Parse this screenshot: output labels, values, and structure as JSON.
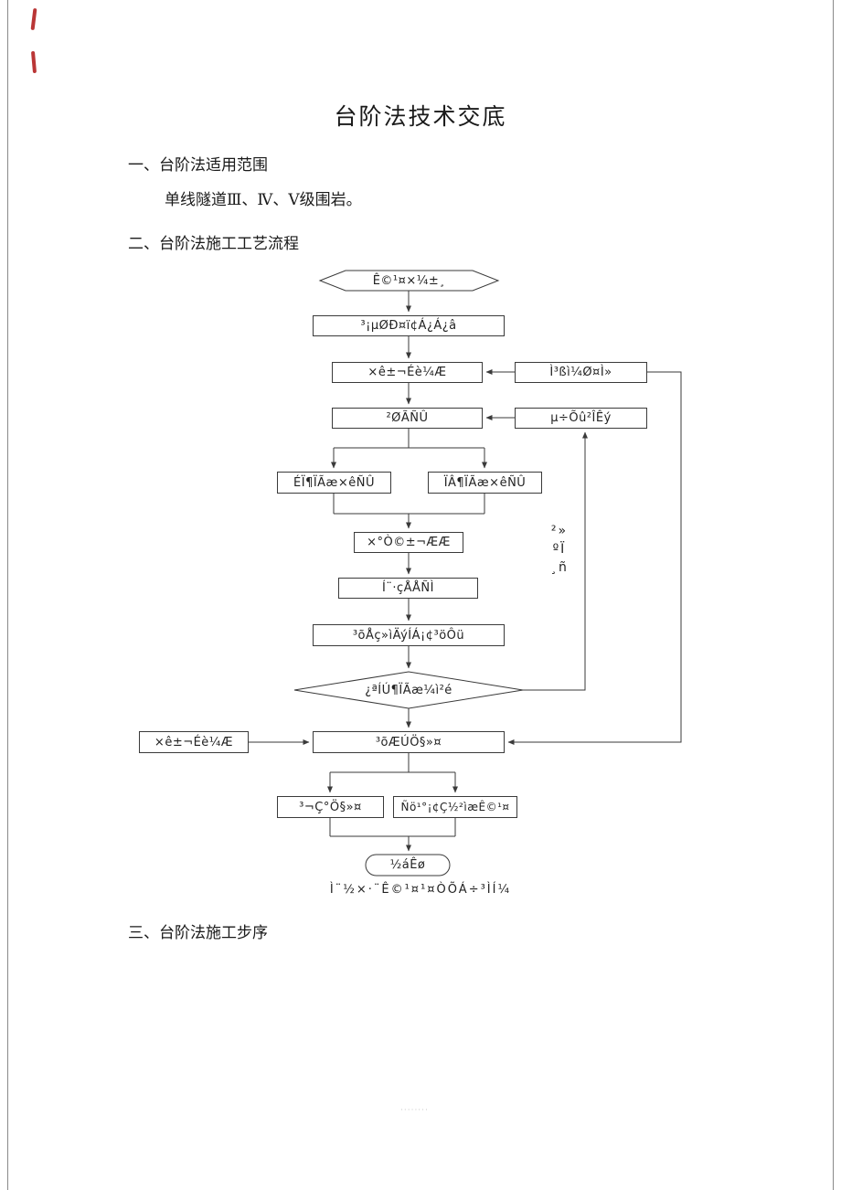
{
  "colors": {
    "line": "#3a3a3a",
    "edge_mark": "#b22020"
  },
  "page": {
    "title": "台阶法技术交底",
    "section1": {
      "heading": "一、台阶法适用范围",
      "body": "单线隧道Ⅲ、Ⅳ、Ⅴ级围岩。"
    },
    "section2": {
      "heading": "二、台阶法施工工艺流程"
    },
    "section3": {
      "heading": "三、台阶法施工步序"
    },
    "watermark": "········"
  },
  "flowchart": {
    "caption": "Ì¨½×·¨Ê©¹¤¹¤ÒÕÁ÷³ÌÍ¼",
    "nodes": {
      "start": "Ê©¹¤×¼±¸",
      "site_survey": "³¡µØÐ¤ï¢Á¿Á¿â",
      "drill_blast_design": "×ê±¬Éè¼Æ",
      "design_input": "Ì³ßì¼Ø¤Ì»",
      "hole_layout": "²ØÃÑÛ",
      "adjust_params": "µ÷Õû²ÎÊý",
      "upper_face_drilling": "ÉÏ¶ÏÃæ×êÑÛ",
      "lower_face_drilling": "ÏÂ¶ÏÃæ×êÑÛ",
      "charging_blasting": "×°Ò©±¬ÆÆ",
      "ventilation": "Í¨·çÅÅÑÌ",
      "shotcrete_mucking": "³õÅç»ìÄýÍÁ¡¢³öÔü",
      "inspection": "¿ªÍÚ¶ÏÃæ¼ì²é",
      "fail_rows": [
        "²»",
        "ºÏ",
        "¸ñ"
      ],
      "initial_support": "³õÆÚÖ§»¤",
      "support_input": "×ê±¬Éè¼Æ",
      "advance_support": "³¬Ç°Ö§»¤",
      "invert_construction": "Ñö¹°¡¢Ç½²ìæÊ©¹¤",
      "end": "½áÊø"
    }
  }
}
